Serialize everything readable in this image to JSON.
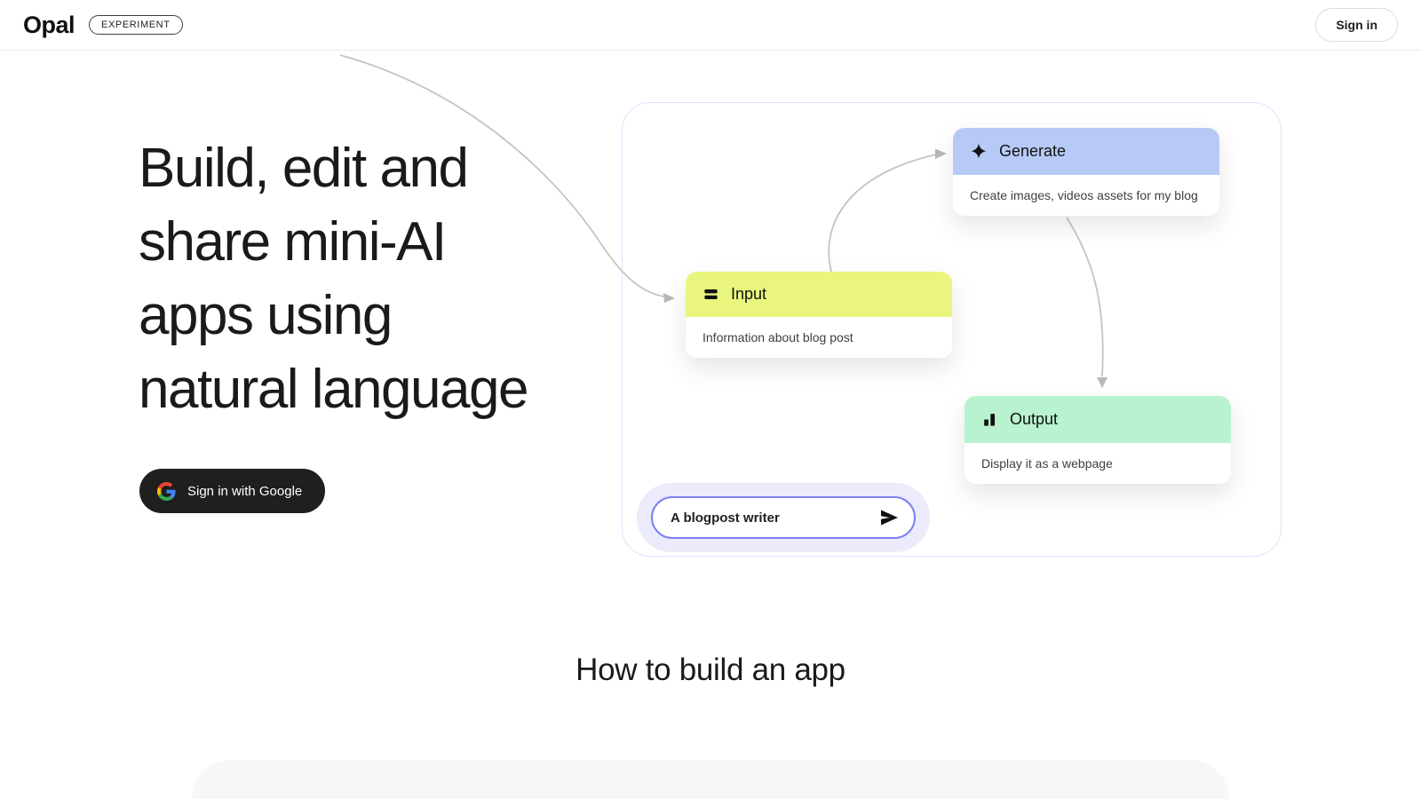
{
  "header": {
    "logo": "Opal",
    "badge": "EXPERIMENT",
    "sign_in_label": "Sign in"
  },
  "hero": {
    "heading": "Build, edit and\nshare mini-AI\napps using\nnatural language",
    "google_button_label": "Sign in with Google"
  },
  "diagram": {
    "nodes": [
      {
        "id": "generate",
        "label": "Generate",
        "description": "Create images, videos assets for my blog",
        "header_color": "#b7c9f6",
        "icon": "sparkle-icon"
      },
      {
        "id": "input",
        "label": "Input",
        "description": "Information about blog post",
        "header_color": "#e9f57d",
        "icon": "text-lines-icon"
      },
      {
        "id": "output",
        "label": "Output",
        "description": "Display it as a webpage",
        "header_color": "#b9f2ce",
        "icon": "bar-chart-icon"
      }
    ],
    "prompt": {
      "value": "A blogpost writer",
      "border_color": "#7b80f2",
      "send_icon": "send-icon"
    }
  },
  "section": {
    "heading": "How to build an app"
  },
  "colors": {
    "accent_border": "#7b80f2",
    "card_border": "#dee3fb",
    "arrow": "#c4c4c4",
    "prompt_glow": "#ebebfc",
    "section_background": "#f7f7f8",
    "google_button_background": "#1f1f1f"
  }
}
